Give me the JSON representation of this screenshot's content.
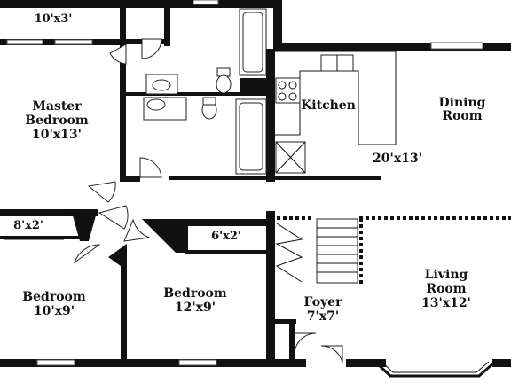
{
  "rooms": {
    "closet_top": {
      "label": "10'x3'"
    },
    "master": {
      "name_line1": "Master",
      "name_line2": "Bedroom",
      "dims": "10'x13'"
    },
    "kitchen": {
      "name": "Kitchen"
    },
    "dining": {
      "name_line1": "Dining",
      "name_line2": "Room",
      "dims": "20'x13'"
    },
    "closet_left": {
      "label": "8'x2'"
    },
    "closet_mid": {
      "label": "6'x2'"
    },
    "bedroom_left": {
      "name": "Bedroom",
      "dims": "10'x9'"
    },
    "bedroom_mid": {
      "name": "Bedroom",
      "dims": "12'x9'"
    },
    "foyer": {
      "name": "Foyer",
      "dims": "7'x7'"
    },
    "living": {
      "name_line1": "Living",
      "name_line2": "Room",
      "dims": "13'x12'"
    }
  }
}
